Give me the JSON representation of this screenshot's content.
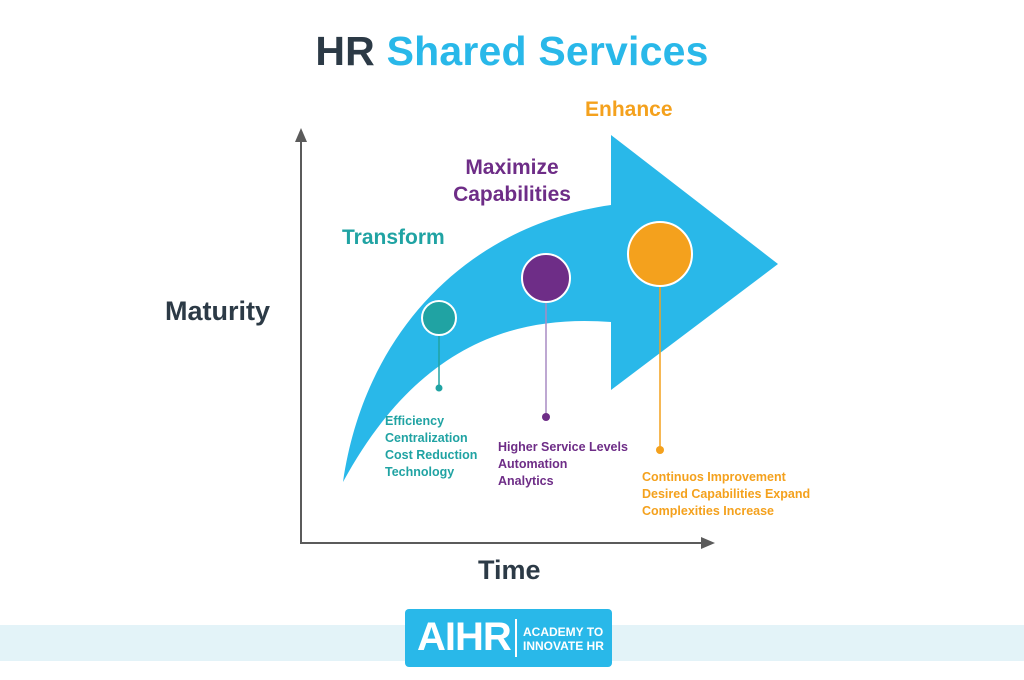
{
  "title": {
    "part1": "HR",
    "part2": "Shared Services"
  },
  "axes": {
    "y_label": "Maturity",
    "x_label": "Time"
  },
  "stages": [
    {
      "name": "Transform",
      "color": "#20a3a3",
      "items": [
        "Efficiency",
        "Centralization",
        "Cost Reduction",
        "Technology"
      ]
    },
    {
      "name_line1": "Maximize",
      "name_line2": "Capabilities",
      "color": "#6e2d87",
      "items": [
        "Higher Service Levels",
        "Automation",
        "Analytics"
      ]
    },
    {
      "name": "Enhance",
      "color": "#f4a11d",
      "items": [
        "Continuos Improvement",
        "Desired Capabilities Expand",
        "Complexities Increase"
      ]
    }
  ],
  "colors": {
    "arrow": "#29b8e9",
    "axis": "#5b5b5b",
    "dark_text": "#2c3a46",
    "band": "#e3f3f8"
  },
  "logo": {
    "mark": "AIHR",
    "line1": "ACADEMY TO",
    "line2": "INNOVATE HR"
  }
}
